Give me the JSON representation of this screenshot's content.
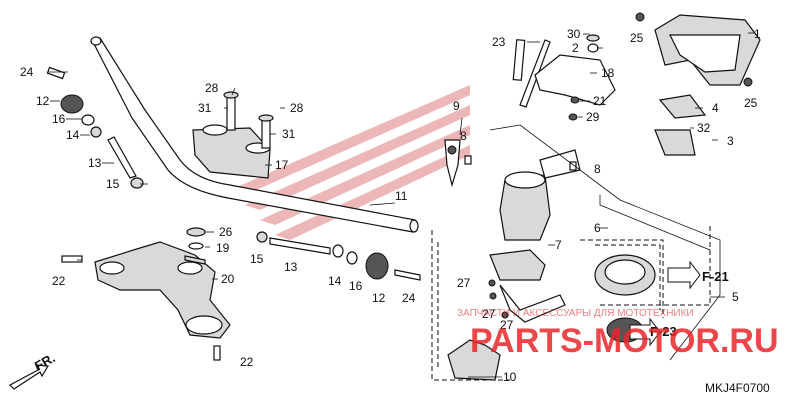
{
  "diagram_code": "MKJ4F0700",
  "front_label": "FR.",
  "watermark": {
    "top_line": "ЗАПЧАСТИ И АКСЕССУАРЫ ДЛЯ МОТОТЕХНИКИ",
    "brand": "PARTS-MOTOR.RU"
  },
  "ref_labels": {
    "f21": "F-21",
    "f23": "F-23"
  },
  "parts": [
    {
      "no": "1"
    },
    {
      "no": "2"
    },
    {
      "no": "3"
    },
    {
      "no": "4"
    },
    {
      "no": "5"
    },
    {
      "no": "6"
    },
    {
      "no": "7"
    },
    {
      "no": "8"
    },
    {
      "no": "9"
    },
    {
      "no": "10"
    },
    {
      "no": "11"
    },
    {
      "no": "12"
    },
    {
      "no": "13"
    },
    {
      "no": "14"
    },
    {
      "no": "15"
    },
    {
      "no": "16"
    },
    {
      "no": "17"
    },
    {
      "no": "18"
    },
    {
      "no": "19"
    },
    {
      "no": "20"
    },
    {
      "no": "21"
    },
    {
      "no": "22"
    },
    {
      "no": "23"
    },
    {
      "no": "24"
    },
    {
      "no": "25"
    },
    {
      "no": "26"
    },
    {
      "no": "27"
    },
    {
      "no": "28"
    },
    {
      "no": "29"
    },
    {
      "no": "30"
    },
    {
      "no": "31"
    },
    {
      "no": "32"
    }
  ]
}
